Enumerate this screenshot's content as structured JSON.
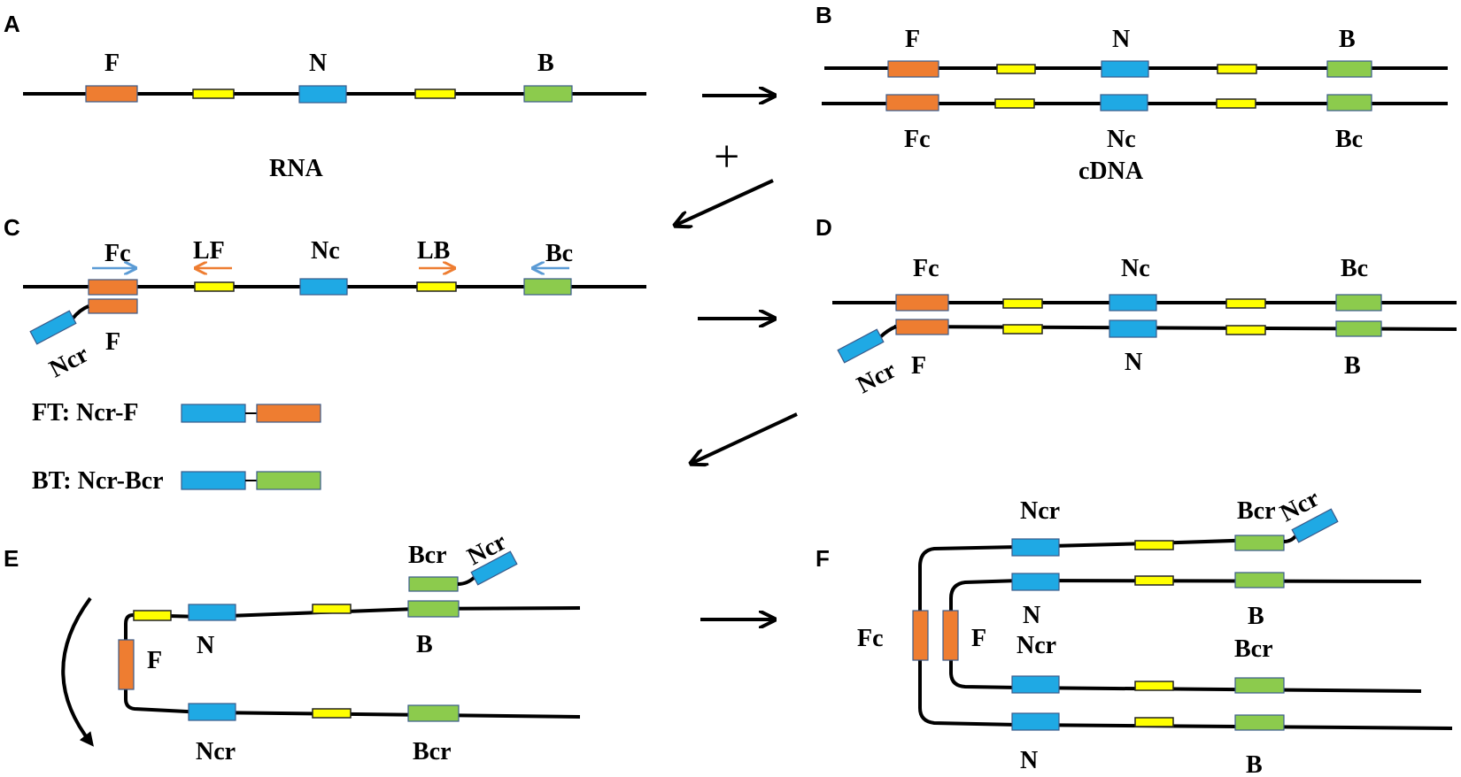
{
  "colors": {
    "F": "#ee7d31",
    "N": "#1fa9e4",
    "B": "#8ccb4d",
    "loop_site": "#ffff00",
    "strand": "#000000",
    "inner_primer_arrow": "#5b9bd5",
    "loop_primer_arrow": "#ee7d31"
  },
  "panels": {
    "A": {
      "letter": "A",
      "labels": [
        "F",
        "N",
        "B"
      ],
      "caption": "RNA"
    },
    "B": {
      "letter": "B",
      "top_labels": [
        "F",
        "N",
        "B"
      ],
      "bottom_labels": [
        "Fc",
        "Nc",
        "Bc"
      ],
      "caption": "cDNA"
    },
    "C": {
      "letter": "C",
      "labels": [
        "Fc",
        "LF",
        "Nc",
        "LB",
        "Bc"
      ],
      "primer_labels": [
        "Ncr",
        "F"
      ],
      "legend": [
        {
          "text": "FT: Ncr-F",
          "parts": [
            "N",
            "F"
          ]
        },
        {
          "text": "BT: Ncr-Bcr",
          "parts": [
            "N",
            "B"
          ]
        }
      ]
    },
    "D": {
      "letter": "D",
      "top_labels": [
        "Fc",
        "Nc",
        "Bc"
      ],
      "bottom_labels": [
        "Ncr",
        "F",
        "N",
        "B"
      ]
    },
    "E": {
      "letter": "E",
      "labels": [
        "Bcr",
        "Ncr",
        "F",
        "N",
        "B",
        "Ncr",
        "Bcr"
      ]
    },
    "F": {
      "letter": "F",
      "labels": [
        "Ncr",
        "Bcr",
        "Ncr",
        "Fc",
        "F",
        "N",
        "B",
        "Ncr",
        "Bcr",
        "N",
        "B"
      ]
    }
  },
  "plus_sign": "+"
}
